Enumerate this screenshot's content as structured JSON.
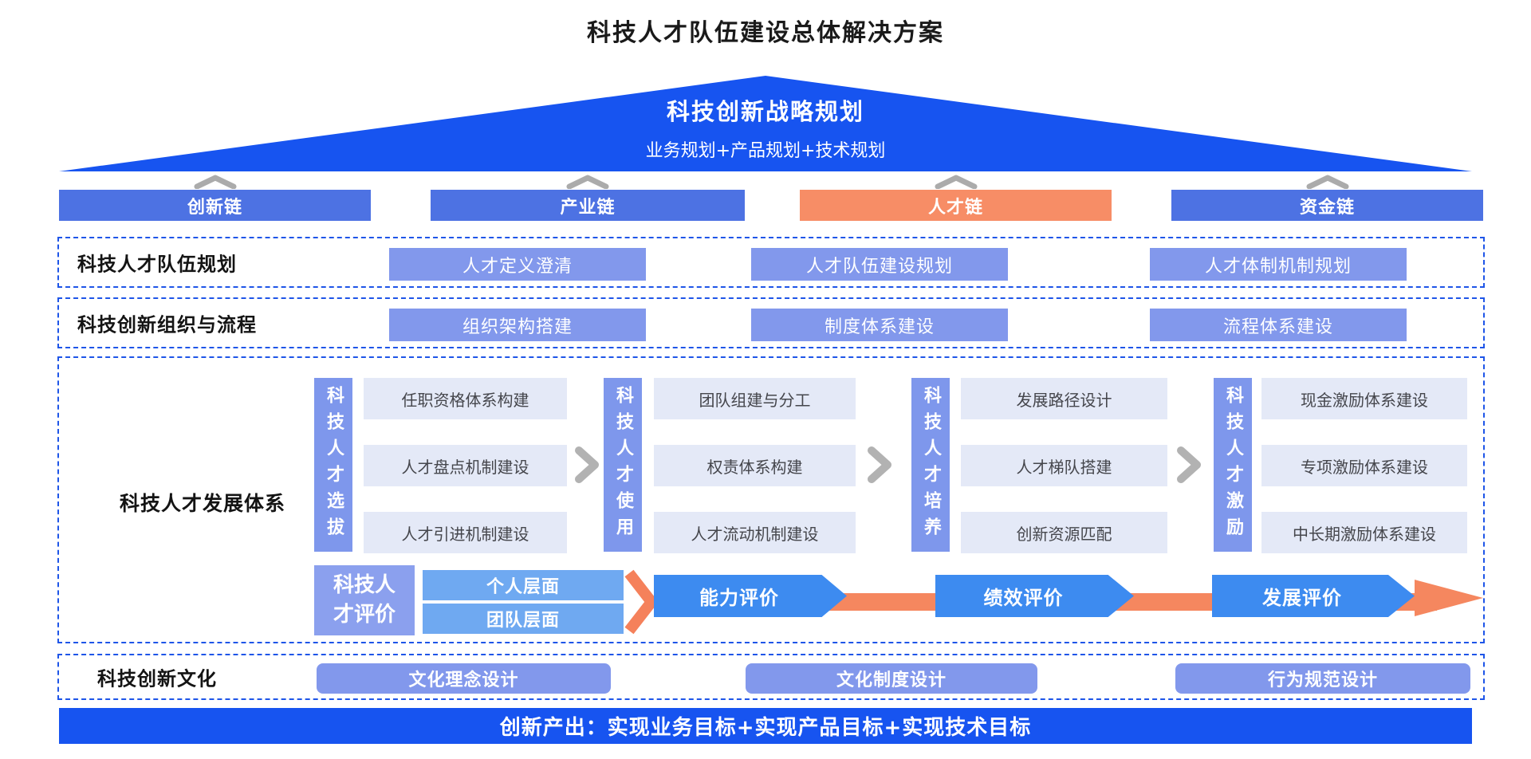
{
  "title": "科技人才队伍建设总体解决方案",
  "strategy": {
    "title": "科技创新战略规划",
    "subtitle": "业务规划+产品规划+技术规划"
  },
  "chains": [
    {
      "label": "创新链",
      "highlight": false
    },
    {
      "label": "产业链",
      "highlight": false
    },
    {
      "label": "人才链",
      "highlight": true
    },
    {
      "label": "资金链",
      "highlight": false
    }
  ],
  "rows": {
    "planning": {
      "label": "科技人才队伍规划",
      "items": [
        "人才定义澄清",
        "人才队伍建设规划",
        "人才体制机制规划"
      ]
    },
    "organization": {
      "label": "科技创新组织与流程",
      "items": [
        "组织架构搭建",
        "制度体系建设",
        "流程体系建设"
      ]
    },
    "development": {
      "label": "科技人才发展体系",
      "groups": [
        {
          "label": "科技人才选拔",
          "items": [
            "任职资格体系构建",
            "人才盘点机制建设",
            "人才引进机制建设"
          ]
        },
        {
          "label": "科技人才使用",
          "items": [
            "团队组建与分工",
            "权责体系构建",
            "人才流动机制建设"
          ]
        },
        {
          "label": "科技人才培养",
          "items": [
            "发展路径设计",
            "人才梯队搭建",
            "创新资源匹配"
          ]
        },
        {
          "label": "科技人才激励",
          "items": [
            "现金激励体系建设",
            "专项激励体系建设",
            "中长期激励体系建设"
          ]
        }
      ],
      "evaluation": {
        "label": "科技人才评价",
        "levels": [
          "个人层面",
          "团队层面"
        ],
        "stages": [
          "能力评价",
          "绩效评价",
          "发展评价"
        ]
      }
    },
    "culture": {
      "label": "科技创新文化",
      "items": [
        "文化理念设计",
        "文化制度设计",
        "行为规范设计"
      ]
    }
  },
  "footer": {
    "label": "创新产出：实现业务目标+实现产品目标+实现技术目标"
  },
  "colors": {
    "primary_blue": "#1754F0",
    "chain_blue": "#4D72E3",
    "chain_orange": "#F78D66",
    "box_periwinkle": "#8298EC",
    "light_box": "#E4E9F7",
    "level_bar_blue": "#6FA9F1",
    "stage_blue": "#3D8BF0",
    "arrow_orange": "#F5875F",
    "dashed_border": "#1E55E8",
    "chevron_gray": "#ABABAB"
  }
}
